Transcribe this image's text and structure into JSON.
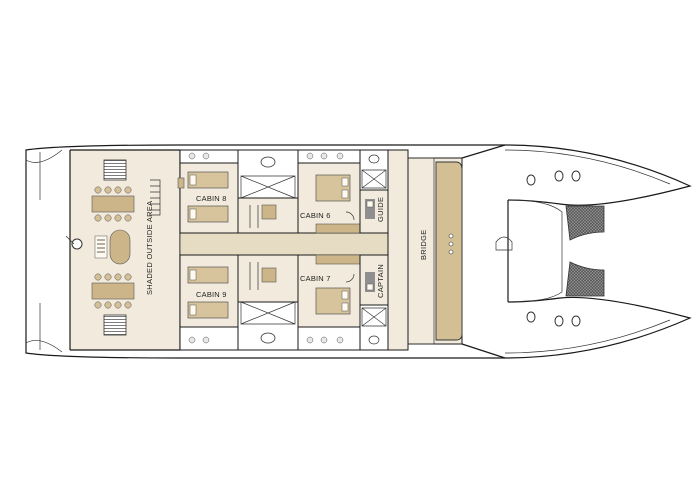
{
  "labels": {
    "shaded_outside_area": "SHADED OUTSIDE AREA",
    "cabin_8": "CABIN 8",
    "cabin_9": "CABIN 9",
    "cabin_6": "CABIN 6",
    "cabin_7": "CABIN 7",
    "guide": "GUIDE",
    "captain": "CAPTAIN",
    "bridge": "BRIDGE"
  },
  "colors": {
    "deck_fill": "#f2ebdd",
    "furniture": "#d8c49c",
    "net_pattern": "#6a6a6a"
  }
}
